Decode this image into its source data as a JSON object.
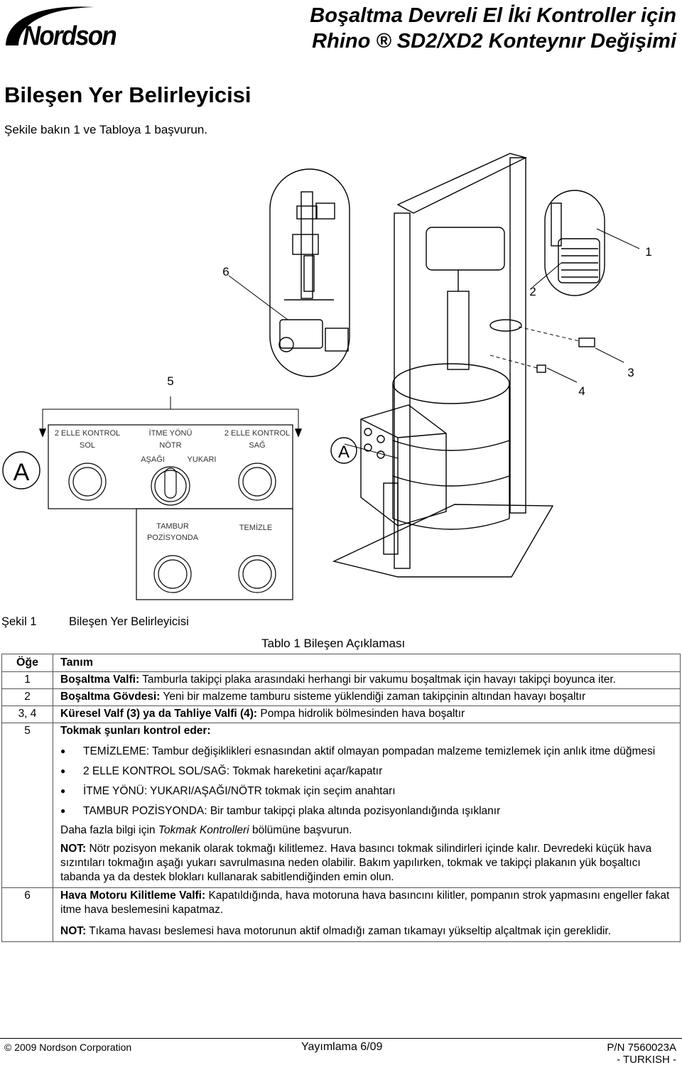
{
  "header": {
    "logo_text": "Nordson",
    "title_line1": "Boşaltma Devreli El İki Kontroller için",
    "title_line2": "Rhino ® SD2/XD2 Konteynır Değişimi"
  },
  "section": {
    "title": "Bileşen Yer Belirleyicisi",
    "intro": "Şekile bakın 1 ve Tabloya 1 başvurun."
  },
  "figure": {
    "callouts": [
      "1",
      "2",
      "3",
      "4",
      "5",
      "6"
    ],
    "detail_label": "A",
    "panel_label": "A",
    "panel": {
      "left_top": "2 ELLE KONTROL",
      "left_bottom": "SOL",
      "mid_top": "İTME YÖNÜ",
      "mid_neutral": "NÖTR",
      "mid_down": "AŞAĞI",
      "mid_up": "YUKARI",
      "right_top": "2 ELLE KONTROL",
      "right_bottom": "SAĞ",
      "drum_top": "TAMBUR",
      "drum_bottom": "POZİSYONDA",
      "purge": "TEMİZLE"
    },
    "caption_label": "Şekil 1",
    "caption_text": "Bileşen Yer Belirleyicisi"
  },
  "table": {
    "title": "Tablo 1 Bileşen Açıklaması",
    "col_item": "Öğe",
    "col_desc": "Tanım",
    "rows": [
      {
        "item": "1",
        "name": "Boşaltma Valfi:",
        "text": " Tamburla takipçi plaka arasındaki herhangi bir vakumu boşaltmak için havayı takipçi boyunca iter."
      },
      {
        "item": "2",
        "name": "Boşaltma Gövdesi:",
        "text": " Yeni bir malzeme tamburu sisteme yüklendiği zaman takipçinin altından havayı boşaltır"
      },
      {
        "item": "3, 4",
        "name": "Küresel Valf (3) ya da Tahliye Valfi (4):",
        "text": " Pompa hidrolik bölmesinden hava boşaltır"
      },
      {
        "item": "5",
        "name": "Tokmak şunları kontrol eder:",
        "text": ""
      },
      {
        "item": "6",
        "name": "Hava Motoru Kilitleme Valfi:",
        "text": " Kapatıldığında, hava motoruna hava basıncını kilitler, pompanın strok yapmasını engeller fakat itme hava beslemesini kapatmaz."
      }
    ],
    "row5": {
      "bullets": [
        "TEMİZLEME: Tambur değişiklikleri esnasından aktif olmayan pompadan malzeme temizlemek için anlık itme düğmesi",
        "2 ELLE KONTROL SOL/SAĞ: Tokmak hareketini açar/kapatır",
        "İTME YÖNÜ: YUKARI/AŞAĞI/NÖTR tokmak için seçim anahtarı",
        "TAMBUR POZİSYONDA:  Bir tambur takipçi plaka altında pozisyonlandığında ışıklanır"
      ],
      "more_info_prefix": "Daha fazla bilgi için ",
      "more_info_link": "Tokmak Kontrolleri",
      "more_info_suffix": " bölümüne başvurun.",
      "note_label": "NOT:",
      "note_text": "  Nötr pozisyon mekanik olarak tokmağı kilitlemez. Hava basıncı tokmak silindirleri içinde kalır. Devredeki küçük hava sızıntıları tokmağın aşağı yukarı savrulmasına neden olabilir. Bakım yapılırken, tokmak ve takipçi plakanın yük boşaltıcı tabanda ya da destek blokları kullanarak sabitlendiğinden emin olun."
    },
    "row6_note": {
      "label": "NOT:",
      "text": "  Tıkama havası beslemesi hava motorunun aktif olmadığı zaman tıkamayı yükseltip alçaltmak için gereklidir."
    }
  },
  "footer": {
    "copyright": "© 2009 Nordson Corporation",
    "issue": "Yayımlama 6/09",
    "pn": "P/N 7560023A",
    "lang": "- TURKISH -"
  }
}
